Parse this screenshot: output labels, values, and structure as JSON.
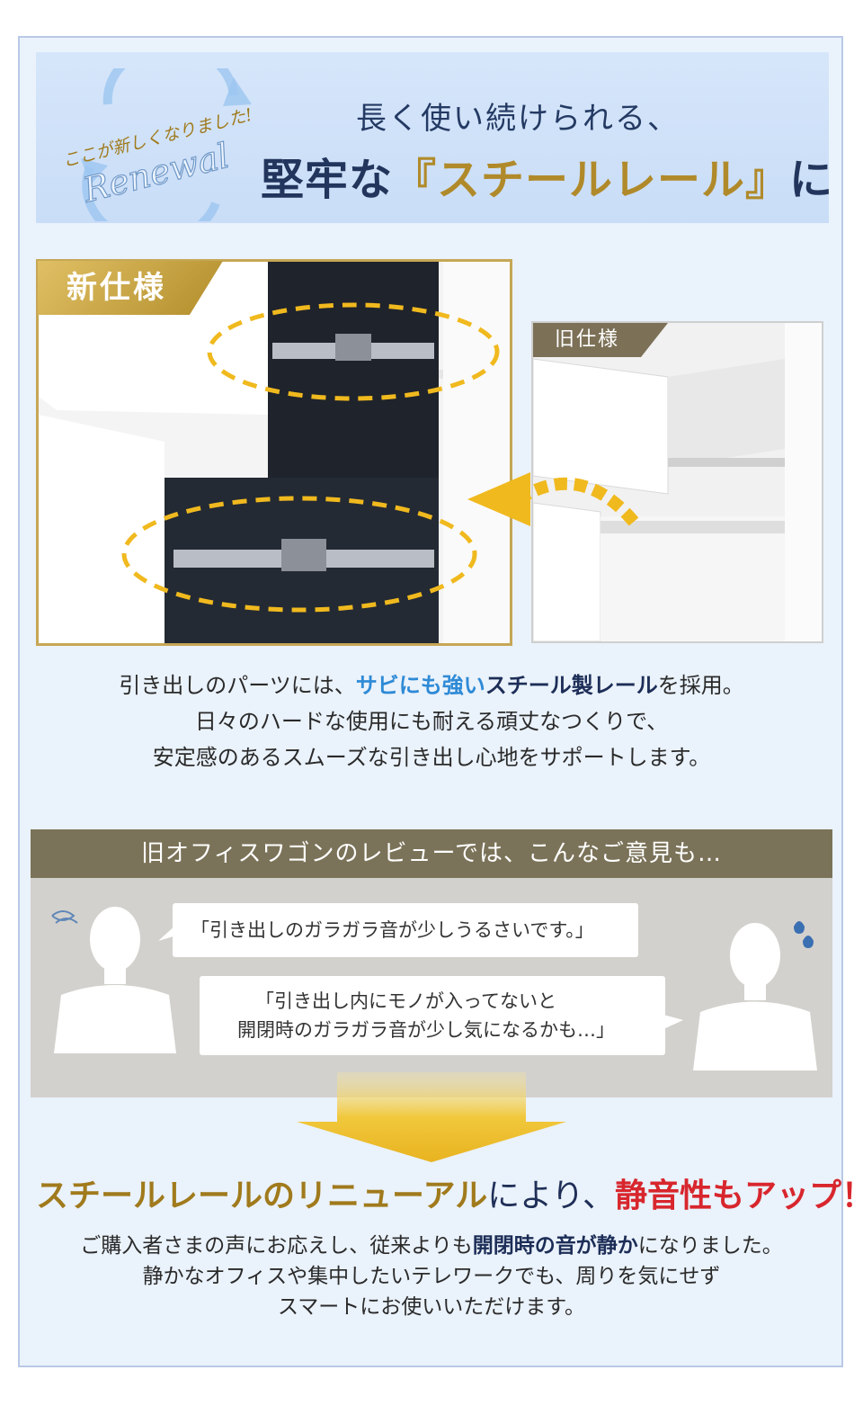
{
  "header": {
    "badge_top": "ここが新しくなりました!",
    "badge_main": "Renewal",
    "line1": "長く使い続けられる、",
    "line2_a": "堅牢な",
    "line2_b": "『スチールレール』",
    "line2_c": "に"
  },
  "tags": {
    "new_spec": "新仕様",
    "old_spec": "旧仕様"
  },
  "description": {
    "l1_a": "引き出しのパーツには、",
    "l1_b": "サビにも強い",
    "l1_c": "スチール製レール",
    "l1_d": "を採用。",
    "l2": "日々のハードな使用にも耐える頑丈なつくりで、",
    "l3": "安定感のあるスムーズな引き出し心地をサポートします。"
  },
  "review": {
    "title": "旧オフィスワゴンのレビューでは、こんなご意見も…",
    "quote1": "「引き出しのガラガラ音が少しうるさいです。」",
    "quote2_l1": "「引き出し内にモノが入ってないと",
    "quote2_l2": "開閉時のガラガラ音が少し気になるかも…」"
  },
  "result": {
    "a": "スチールレールのリニューアル",
    "b": "により、",
    "c": "静音性もアップ！"
  },
  "closing": {
    "l1_a": "ご購入者さまの声にお応えし、従来よりも",
    "l1_b": "開閉時の音が静か",
    "l1_c": "になりました。",
    "l2": "静かなオフィスや集中したいテレワークでも、周りを気にせず",
    "l3": "スマートにお使いいただけます。"
  },
  "colors": {
    "navy": "#22355c",
    "gold": "#b08a2a",
    "blue": "#2e8ad6",
    "red": "#d8262d",
    "dash": "#f0b91e"
  }
}
